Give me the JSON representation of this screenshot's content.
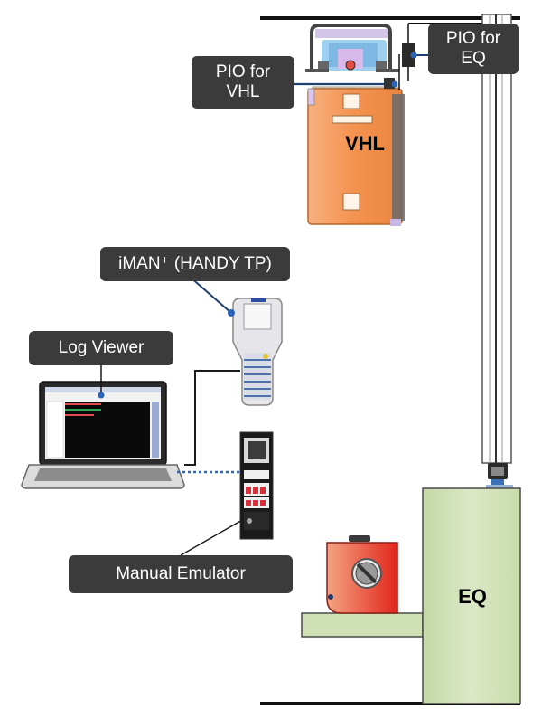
{
  "labels": {
    "pio_eq": "PIO for\nEQ",
    "pio_vhl": "PIO for\nVHL",
    "vhl": "VHL",
    "iman": "iMAN⁺ (HANDY TP)",
    "log_viewer": "Log Viewer",
    "manual_emulator": "Manual Emulator",
    "eq": "EQ"
  },
  "colors": {
    "vhl_body": "#f4924f",
    "eq_body": "#cfe0b4",
    "callout_bg": "#3b3b3b",
    "rail": "#111111",
    "link_solid": "#1f3f6e",
    "link_dotted": "#3d66a8",
    "manual_device_box": "#ea3b2f"
  }
}
